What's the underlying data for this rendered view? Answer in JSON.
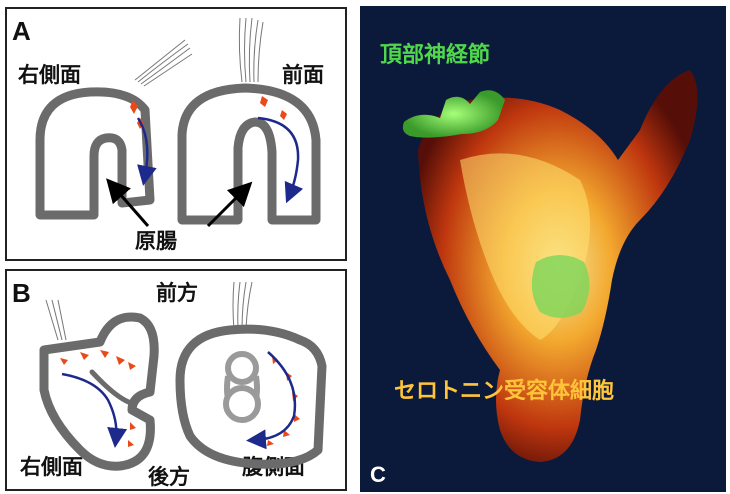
{
  "panel_a": {
    "letter": "A",
    "label_right_side": "右側面",
    "label_front": "前面",
    "label_archenteron": "原腸"
  },
  "panel_b": {
    "letter": "B",
    "label_anterior": "前方",
    "label_right_side": "右側面",
    "label_posterior": "後方",
    "label_ventral": "腹側面"
  },
  "panel_c": {
    "letter": "C",
    "label_apical_ganglion": "頂部神経節",
    "label_serotonin_cells": "セロトニン受容体細胞",
    "colors": {
      "background": "#0b1a3a",
      "ganglion": "#5cd64a",
      "cells": "#ffb02e",
      "text_green": "#4fd84a",
      "text_yellow": "#ffc43a"
    }
  },
  "colors": {
    "outline": "#6b6b6b",
    "cells": "#e84a1a",
    "arrow": "#1d2a8c"
  }
}
